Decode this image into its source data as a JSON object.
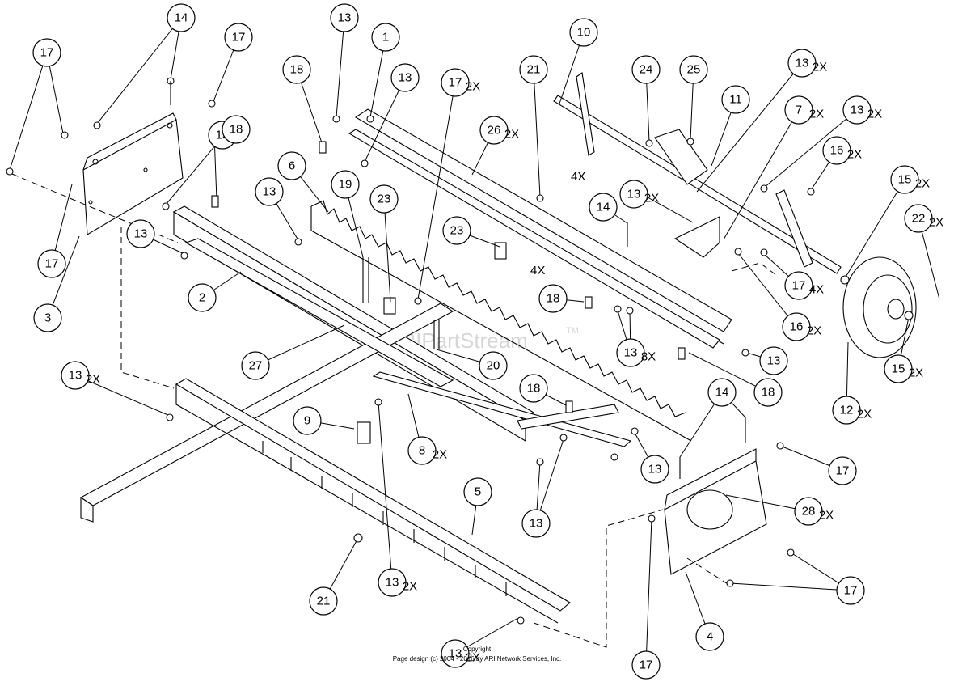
{
  "watermark": "ARIPartStream",
  "watermark_tm": "TM",
  "copyright_line1": "Copyright",
  "copyright_line2": "Page design (c) 2004 - 2016 by ARI Network Services, Inc.",
  "callouts": [
    {
      "label": "17"
    },
    {
      "label": "14"
    },
    {
      "label": "17"
    },
    {
      "label": "13"
    },
    {
      "label": "1"
    },
    {
      "label": "18"
    },
    {
      "label": "13"
    },
    {
      "label": "17",
      "qty": "2X"
    },
    {
      "label": "21"
    },
    {
      "label": "10"
    },
    {
      "label": "24"
    },
    {
      "label": "25"
    },
    {
      "label": "13",
      "qty": "2X"
    },
    {
      "label": "11"
    },
    {
      "label": "7",
      "qty": "2X"
    },
    {
      "label": "13",
      "qty": "2X"
    },
    {
      "label": "13"
    },
    {
      "label": "18"
    },
    {
      "label": "26",
      "qty": "2X"
    },
    {
      "label": "16",
      "qty": "2X"
    },
    {
      "label": "15",
      "qty": "2X"
    },
    {
      "label": "22",
      "qty": "2X"
    },
    {
      "label": "6"
    },
    {
      "label": "13"
    },
    {
      "label": "19"
    },
    {
      "label": "23"
    },
    {
      "label": "14"
    },
    {
      "label": "13",
      "qty": "2X"
    },
    {
      "label": "17"
    },
    {
      "label": "13"
    },
    {
      "label": "23"
    },
    {
      "label": "3"
    },
    {
      "label": "2"
    },
    {
      "label": "17",
      "qty": "4X"
    },
    {
      "label": "18"
    },
    {
      "label": "16",
      "qty": "2X"
    },
    {
      "label": "13",
      "qty": "8X"
    },
    {
      "label": "13"
    },
    {
      "label": "15",
      "qty": "2X"
    },
    {
      "label": "27"
    },
    {
      "label": "20"
    },
    {
      "label": "18"
    },
    {
      "label": "13",
      "qty": "2X"
    },
    {
      "label": "12",
      "qty": "2X"
    },
    {
      "label": "18"
    },
    {
      "label": "14"
    },
    {
      "label": "9"
    },
    {
      "label": "8",
      "qty": "2X"
    },
    {
      "label": "13"
    },
    {
      "label": "17"
    },
    {
      "label": "13"
    },
    {
      "label": "28",
      "qty": "2X"
    },
    {
      "label": "5"
    },
    {
      "label": "21"
    },
    {
      "label": "13",
      "qty": "2X"
    },
    {
      "label": "17"
    },
    {
      "label": "4"
    },
    {
      "label": "17"
    },
    {
      "label": "13",
      "qty": "2X"
    }
  ],
  "free_labels": [
    "4X",
    "4X"
  ]
}
